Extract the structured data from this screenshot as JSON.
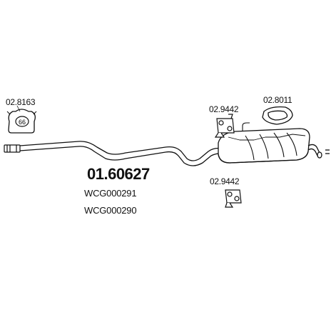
{
  "main_part_number": "01.60627",
  "cross_refs": [
    "WCG000291",
    "WCG000290"
  ],
  "parts": {
    "clamp": {
      "code": "02.8163",
      "badge": "66"
    },
    "hanger_upper": {
      "code": "02.9442"
    },
    "gasket": {
      "code": "02.8011"
    },
    "hanger_lower": {
      "code": "02.9442"
    }
  },
  "colors": {
    "line": "#111111",
    "background": "#ffffff"
  }
}
